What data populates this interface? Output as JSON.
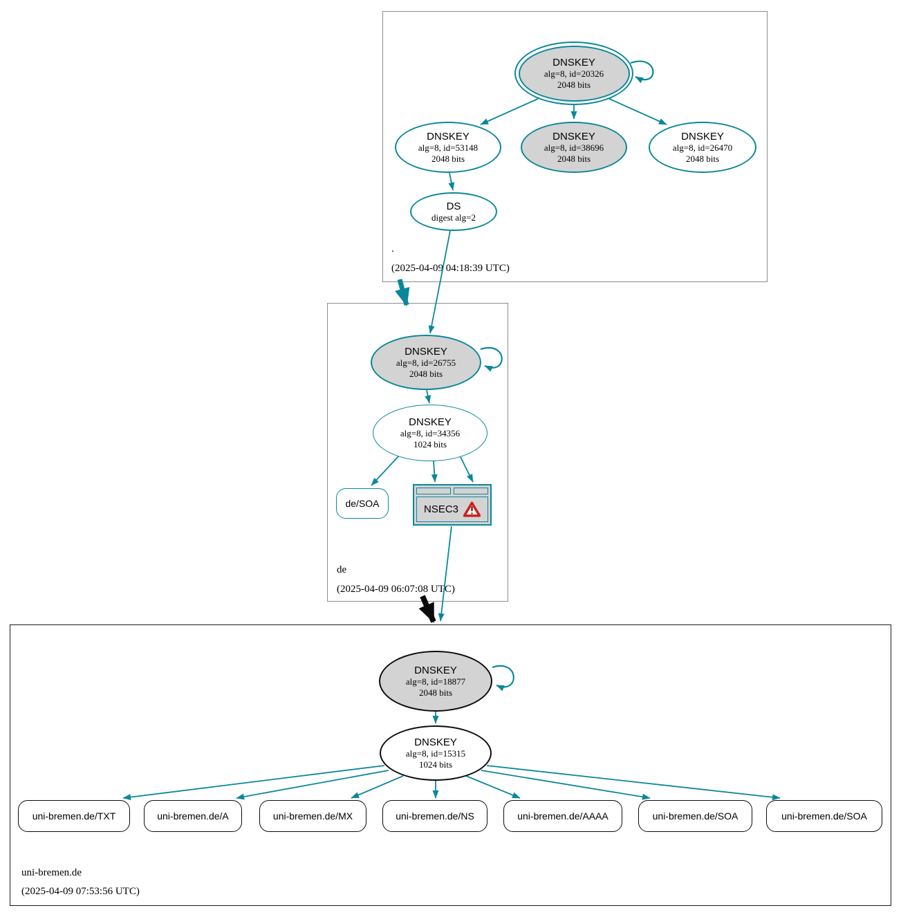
{
  "colors": {
    "edge_teal": "#0a879a",
    "node_fill_gray": "#d3d3d3",
    "zone_box_border": "#8c8c8c",
    "insecure_black": "#0b0b0b",
    "warning_red": "#cf2020"
  },
  "icons": {
    "nsec3_warning": "warning-triangle-icon",
    "self_loop": "self-sign-loop-arrow"
  },
  "root_zone": {
    "label": ".",
    "timestamp": "(2025-04-09 04:18:39 UTC)",
    "ksk": {
      "title": "DNSKEY",
      "detail": "alg=8, id=20326",
      "bits": "2048 bits"
    },
    "zsk_53148": {
      "title": "DNSKEY",
      "detail": "alg=8, id=53148",
      "bits": "2048 bits"
    },
    "zsk_38696": {
      "title": "DNSKEY",
      "detail": "alg=8, id=38696",
      "bits": "2048 bits"
    },
    "zsk_26470": {
      "title": "DNSKEY",
      "detail": "alg=8, id=26470",
      "bits": "2048 bits"
    },
    "ds": {
      "title": "DS",
      "detail": "digest alg=2"
    }
  },
  "de_zone": {
    "label": "de",
    "timestamp": "(2025-04-09 06:07:08 UTC)",
    "ksk": {
      "title": "DNSKEY",
      "detail": "alg=8, id=26755",
      "bits": "2048 bits"
    },
    "zsk": {
      "title": "DNSKEY",
      "detail": "alg=8, id=34356",
      "bits": "1024 bits"
    },
    "soa_label": "de/SOA",
    "nsec3_label": "NSEC3"
  },
  "uni_bremen_zone": {
    "label": "uni-bremen.de",
    "timestamp": "(2025-04-09 07:53:56 UTC)",
    "ksk": {
      "title": "DNSKEY",
      "detail": "alg=8, id=18877",
      "bits": "2048 bits"
    },
    "zsk": {
      "title": "DNSKEY",
      "detail": "alg=8, id=15315",
      "bits": "1024 bits"
    },
    "rrsets": [
      "uni-bremen.de/TXT",
      "uni-bremen.de/A",
      "uni-bremen.de/MX",
      "uni-bremen.de/NS",
      "uni-bremen.de/AAAA",
      "uni-bremen.de/SOA",
      "uni-bremen.de/SOA"
    ]
  }
}
